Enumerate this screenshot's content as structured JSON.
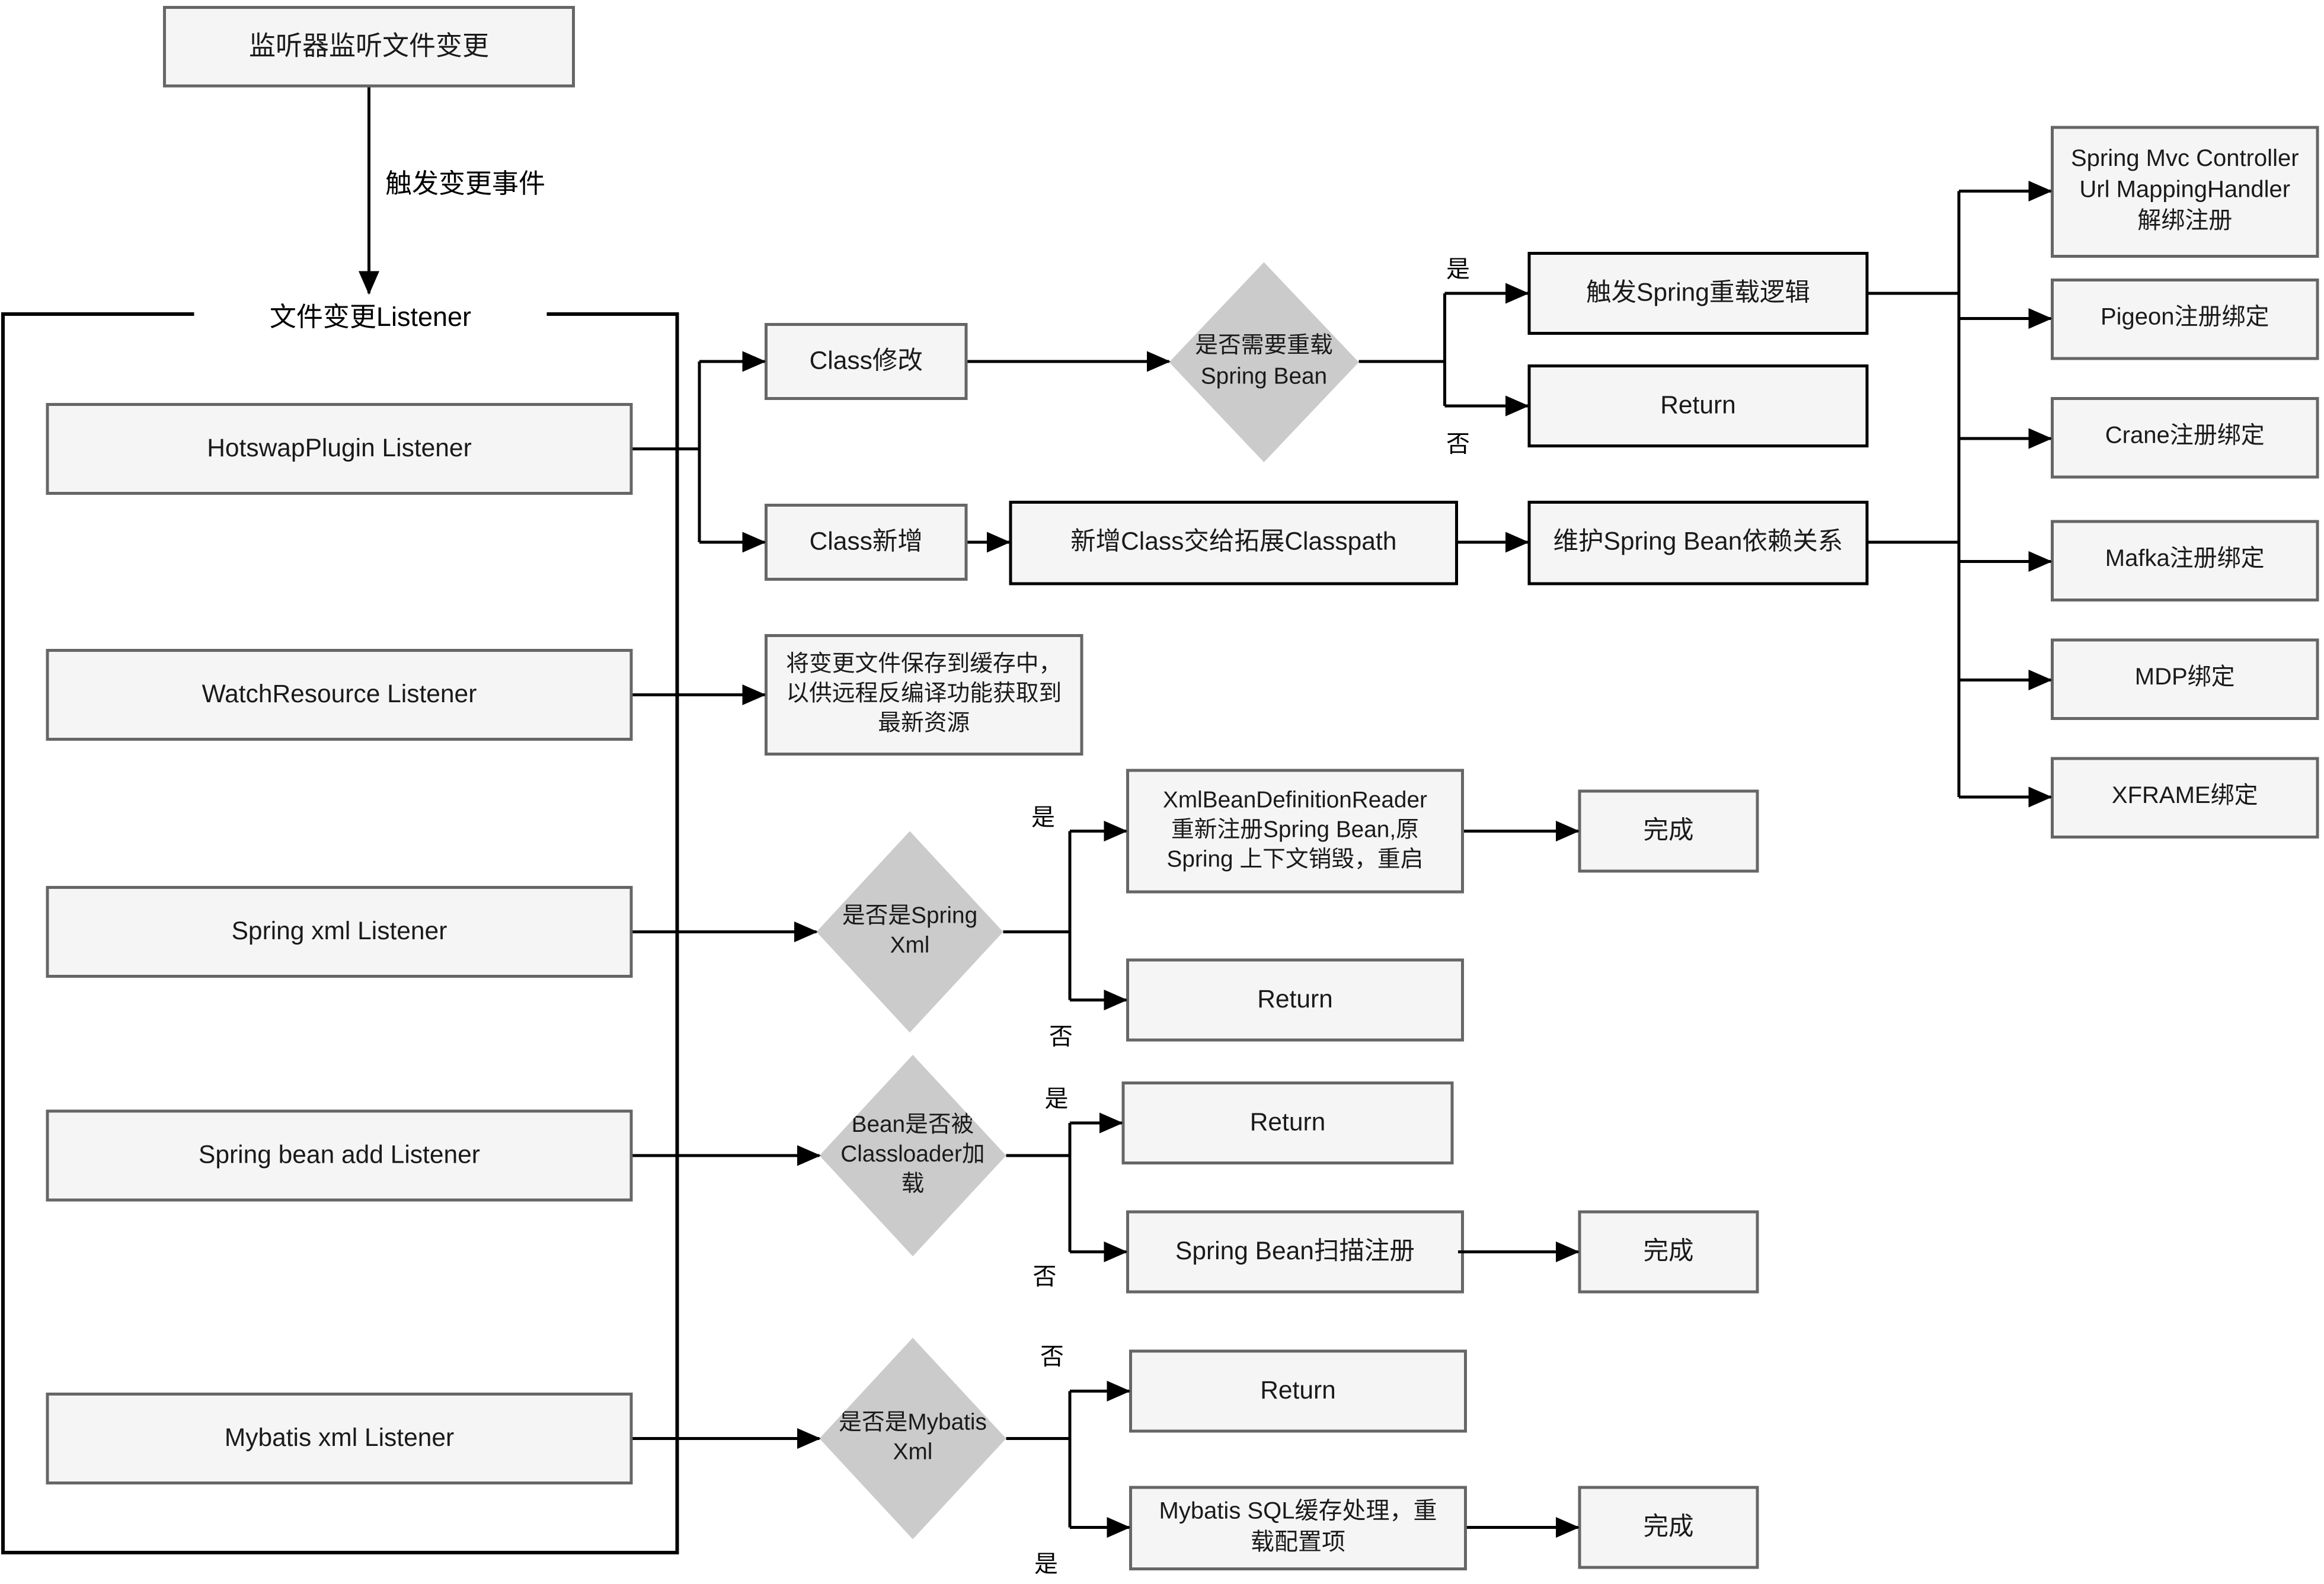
{
  "colors": {
    "background": "#ffffff",
    "node_fill": "#f5f5f5",
    "node_border_gray": "#666666",
    "node_border_black": "#000000",
    "diamond_fill": "#cbcbcb",
    "line": "#000000",
    "text": "#1a1a1a"
  },
  "labels": {
    "yes": "是",
    "no": "否"
  },
  "nodes": {
    "start": "监听器监听文件变更",
    "trigger_event": "触发变更事件",
    "container": "文件变更Listener",
    "hotswap_listener": "HotswapPlugin Listener",
    "watch_resource_listener": "WatchResource Listener",
    "spring_xml_listener": "Spring xml Listener",
    "spring_bean_add_listener": "Spring bean add Listener",
    "mybatis_xml_listener": "Mybatis xml Listener",
    "class_modify": "Class修改",
    "class_add": "Class新增",
    "decision_need_reload": "是否需要重载\nSpring Bean",
    "trigger_spring_reload": "触发Spring重载逻辑",
    "return_1": "Return",
    "extend_classpath": "新增Class交给拓展Classpath",
    "maintain_dependency": "维护Spring Bean依赖关系",
    "spring_mvc_unbind": "Spring Mvc Controller\nUrl MappingHandler\n解绑注册",
    "pigeon_bind": "Pigeon注册绑定",
    "crane_bind": "Crane注册绑定",
    "mafka_bind": "Mafka注册绑定",
    "mdp_bind": "MDP绑定",
    "xframe_bind": "XFRAME绑定",
    "save_cache": "将变更文件保存到缓存中，\n以供远程反编译功能获取到\n最新资源",
    "decision_spring_xml": "是否是Spring\nXml",
    "xml_bean_reader": "XmlBeanDefinitionReader\n重新注册Spring Bean,原\nSpring 上下文销毁，重启",
    "done_1": "完成",
    "return_2": "Return",
    "decision_bean_loaded": "Bean是否被\nClassloader加\n载",
    "return_3": "Return",
    "spring_bean_scan": "Spring Bean扫描注册",
    "done_2": "完成",
    "decision_mybatis_xml": "是否是Mybatis\nXml",
    "return_4": "Return",
    "mybatis_sql_cache": "Mybatis SQL缓存处理，重\n载配置项",
    "done_3": "完成"
  },
  "edges": [
    {
      "from": "start",
      "to": "container",
      "label": "触发变更事件"
    },
    {
      "from": "hotswap_listener",
      "to": [
        "class_modify",
        "class_add"
      ]
    },
    {
      "from": "class_modify",
      "to": "decision_need_reload"
    },
    {
      "from": "decision_need_reload",
      "to": "trigger_spring_reload",
      "label": "是"
    },
    {
      "from": "decision_need_reload",
      "to": "return_1",
      "label": "否"
    },
    {
      "from": "class_add",
      "to": "extend_classpath"
    },
    {
      "from": "extend_classpath",
      "to": "maintain_dependency"
    },
    {
      "from": "trigger_spring_reload",
      "to": [
        "spring_mvc_unbind",
        "pigeon_bind",
        "crane_bind",
        "mafka_bind",
        "mdp_bind",
        "xframe_bind"
      ]
    },
    {
      "from": "maintain_dependency",
      "to": [
        "spring_mvc_unbind",
        "pigeon_bind",
        "crane_bind",
        "mafka_bind",
        "mdp_bind",
        "xframe_bind"
      ]
    },
    {
      "from": "watch_resource_listener",
      "to": "save_cache"
    },
    {
      "from": "spring_xml_listener",
      "to": "decision_spring_xml"
    },
    {
      "from": "decision_spring_xml",
      "to": "xml_bean_reader",
      "label": "是"
    },
    {
      "from": "decision_spring_xml",
      "to": "return_2",
      "label": "否"
    },
    {
      "from": "xml_bean_reader",
      "to": "done_1"
    },
    {
      "from": "spring_bean_add_listener",
      "to": "decision_bean_loaded"
    },
    {
      "from": "decision_bean_loaded",
      "to": "return_3",
      "label": "是"
    },
    {
      "from": "decision_bean_loaded",
      "to": "spring_bean_scan",
      "label": "否"
    },
    {
      "from": "spring_bean_scan",
      "to": "done_2"
    },
    {
      "from": "mybatis_xml_listener",
      "to": "decision_mybatis_xml"
    },
    {
      "from": "decision_mybatis_xml",
      "to": "return_4",
      "label": "否"
    },
    {
      "from": "decision_mybatis_xml",
      "to": "mybatis_sql_cache",
      "label": "是"
    },
    {
      "from": "mybatis_sql_cache",
      "to": "done_3"
    }
  ]
}
